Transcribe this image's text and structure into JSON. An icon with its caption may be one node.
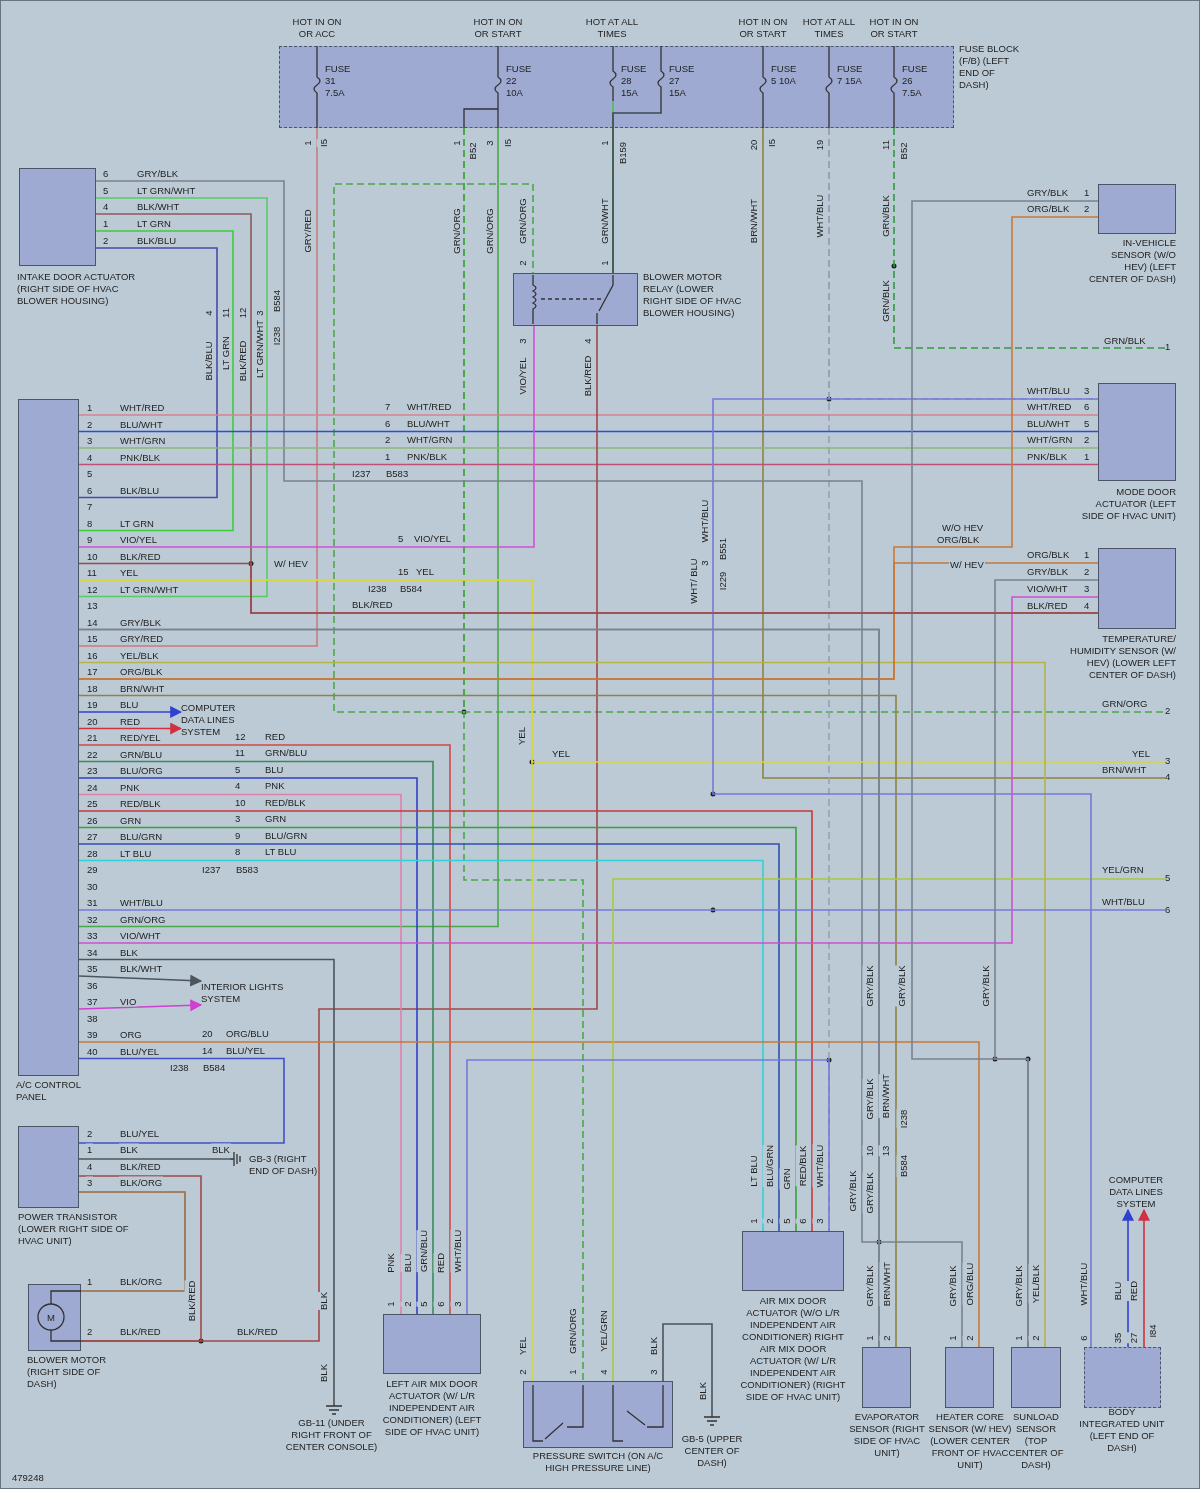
{
  "diagram": {
    "nodes": [
      {
        "text": [
          "FUSE BLOCK (F/B) (LEFT END OF DASH)"
        ]
      },
      {
        "text": [
          "FUSE 31 7.5A"
        ],
        "in": 0,
        "beside": [
          "HOT IN ON OR ACC"
        ]
      },
      {
        "text": [
          "FUSE 22 10A"
        ],
        "in": 0,
        "beside": [
          "HOT IN ON OR START"
        ]
      },
      {
        "text": [
          "FUSE 28 15A"
        ],
        "in": 0,
        "beside": [
          "HOT AT ALL TIMES"
        ]
      },
      {
        "text": [
          "FUSE 27 15A"
        ],
        "in": 0
      },
      {
        "text": [
          "FUSE 5 10A"
        ],
        "in": 0,
        "beside": [
          "HOT IN ON OR START"
        ]
      },
      {
        "text": [
          "FUSE 7 15A"
        ],
        "in": 0,
        "beside": [
          "HOT AT ALL TIMES"
        ]
      },
      {
        "text": [
          "FUSE 26 7.5A"
        ],
        "in": 0,
        "beside": [
          "HOT IN ON OR START"
        ]
      },
      {
        "text": [
          "INTAKE DOOR ACTUATOR (RIGHT SIDE OF HVAC BLOWER HOUSING)"
        ]
      },
      {
        "text": [
          "BLOWER MOTOR RELAY (LOWER RIGHT SIDE OF HVAC BLOWER HOUSING)"
        ]
      },
      {
        "text": [
          "IN-VEHICLE SENSOR (W/O HEV) (LEFT CENTER OF DASH)"
        ]
      },
      {
        "text": [
          "A/C CONTROL PANEL"
        ]
      },
      {
        "text": [
          "MODE DOOR ACTUATOR (LEFT SIDE OF HVAC UNIT)"
        ]
      },
      {
        "text": [
          "TEMPERATURE/ HUMIDITY SENSOR (W/ HEV) (LOWER LEFT CENTER OF DASH)"
        ]
      },
      {
        "text": [
          "COMPUTER DATA LINES SYSTEM"
        ]
      },
      {
        "text": [
          "INTERIOR LIGHTS SYSTEM"
        ]
      },
      {
        "text": [
          "POWER TRANSISTOR (LOWER RIGHT SIDE OF HVAC UNIT)"
        ]
      },
      {
        "text": [
          "BLOWER MOTOR (RIGHT SIDE OF DASH)"
        ]
      },
      {
        "text": [
          "GB-3 (RIGHT END OF DASH)"
        ]
      },
      {
        "text": [
          "GB-11 (UNDER RIGHT FRONT OF CENTER CONSOLE)"
        ]
      },
      {
        "text": [
          "LEFT AIR MIX DOOR ACTUATOR (W/ L/R INDEPENDENT AIR CONDITIONER) (LEFT SIDE OF HVAC UNIT)"
        ]
      },
      {
        "text": [
          "PRESSURE SWITCH (ON A/C HIGH PRESSURE LINE)"
        ]
      },
      {
        "text": [
          "GB-5 (UPPER CENTER OF DASH)"
        ]
      },
      {
        "text": [
          "AIR MIX DOOR ACTUATOR (W/O L/R INDEPENDENT AIR CONDITIONER) RIGHT AIR MIX DOOR ACTUATOR (W/ L/R INDEPENDENT AIR CONDITIONER) (RIGHT SIDE OF HVAC UNIT)"
        ]
      },
      {
        "text": [
          "EVAPORATOR SENSOR (RIGHT SIDE OF HVAC UNIT)"
        ]
      },
      {
        "text": [
          "HEATER CORE SENSOR (W/ HEV) (LOWER CENTER FRONT OF HVAC UNIT)"
        ]
      },
      {
        "text": [
          "SUNLOAD SENSOR (TOP CENTER OF DASH)"
        ]
      },
      {
        "text": [
          "BODY INTEGRATED UNIT (LEFT END OF DASH)"
        ]
      },
      {
        "text": [
          "COMPUTER DATA LINES SYSTEM"
        ]
      },
      {
        "text": [
          "1"
        ]
      },
      {
        "text": [
          "2"
        ]
      },
      {
        "text": [
          "3"
        ]
      },
      {
        "text": [
          "4"
        ]
      },
      {
        "text": [
          "5"
        ]
      },
      {
        "text": [
          "6"
        ]
      }
    ],
    "edges": [
      {
        "from": 1,
        "to": 11,
        "arrow": "none",
        "label": "GRY/RED",
        "color": "#c87c7c"
      },
      {
        "from": 2,
        "to": 9,
        "arrow": "none",
        "label": "GRN/ORG",
        "style": "dashed",
        "color": "#49a849"
      },
      {
        "from": 2,
        "to": 30,
        "arrow": "none",
        "label": "GRN/ORG",
        "style": "dashed",
        "color": "#49a849"
      },
      {
        "from": 2,
        "to": 21,
        "arrow": "none",
        "label": "GRN/ORG",
        "style": "dashed",
        "color": "#49a849"
      },
      {
        "from": 2,
        "to": 11,
        "arrow": "none",
        "label": "GRN/ORG",
        "color": "#49a849"
      },
      {
        "from": 3,
        "to": 9,
        "arrow": "none",
        "label": "GRN/WHT",
        "color": "#4cc24c"
      },
      {
        "from": 4,
        "to": 9,
        "arrow": "none",
        "color": "#404850"
      },
      {
        "from": 5,
        "to": 32,
        "arrow": "none",
        "label": "BRN/WHT",
        "color": "#8c8440"
      },
      {
        "from": 6,
        "to": 12,
        "arrow": "none",
        "label": "WHT/BLU",
        "style": "dashed",
        "color": "#98a0b4"
      },
      {
        "from": 6,
        "to": 23,
        "arrow": "none",
        "style": "dashed",
        "color": "#98a0b4"
      },
      {
        "from": 7,
        "to": 29,
        "arrow": "none",
        "label": "GRN/BLK",
        "style": "dashed",
        "color": "#2e9a3e"
      },
      {
        "from": 8,
        "to": 24,
        "arrow": "none",
        "label": "GRY/BLK",
        "color": "#7a8290"
      },
      {
        "from": 8,
        "to": 11,
        "arrow": "none",
        "label": "LT GRN/WHT",
        "color": "#55cc66"
      },
      {
        "from": 8,
        "to": 13,
        "arrow": "none",
        "label": "BLK/WHT",
        "color": "#8a5a5a"
      },
      {
        "from": 8,
        "to": 11,
        "arrow": "none",
        "label": "LT GRN",
        "color": "#3ccc3c"
      },
      {
        "from": 8,
        "to": 11,
        "arrow": "none",
        "label": "BLK/BLU",
        "color": "#4a4aa8"
      },
      {
        "from": 11,
        "to": 12,
        "arrow": "none",
        "label": "WHT/RED",
        "color": "#d98090"
      },
      {
        "from": 11,
        "to": 12,
        "arrow": "none",
        "label": "BLU/WHT",
        "color": "#2c4ce0"
      },
      {
        "from": 11,
        "to": 12,
        "arrow": "none",
        "label": "WHT/GRN",
        "color": "#88b878"
      },
      {
        "from": 11,
        "to": 12,
        "arrow": "none",
        "label": "PNK/BLK",
        "color": "#c0507a"
      },
      {
        "from": 11,
        "to": 9,
        "arrow": "none",
        "label": "VIO/YEL",
        "color": "#d050d8"
      },
      {
        "from": 9,
        "to": 17,
        "arrow": "none",
        "label": "BLK/RED",
        "color": "#a04848"
      },
      {
        "from": 16,
        "to": 17,
        "arrow": "none",
        "label": "BLK/RED",
        "color": "#a04848"
      },
      {
        "from": 16,
        "to": 17,
        "arrow": "none",
        "label": "BLK/ORG",
        "color": "#9a6a40"
      },
      {
        "from": 16,
        "to": 18,
        "arrow": "none",
        "label": "BLK",
        "color": "#4c545c"
      },
      {
        "from": 11,
        "to": 16,
        "arrow": "none",
        "label": "BLU/YEL",
        "color": "#4050c8"
      },
      {
        "from": 11,
        "to": 21,
        "arrow": "none",
        "label": "YEL",
        "color": "#d6d63c"
      },
      {
        "from": 11,
        "to": 31,
        "arrow": "none",
        "label": "YEL",
        "color": "#d6d63c"
      },
      {
        "from": 11,
        "to": 26,
        "arrow": "none",
        "label": "YEL/BLK",
        "color": "#b4b448"
      },
      {
        "from": 11,
        "to": 10,
        "arrow": "none",
        "label": "ORG/BLK",
        "color": "#c87838"
      },
      {
        "from": 11,
        "to": 13,
        "arrow": "none",
        "label": "ORG/BLK",
        "color": "#c87838"
      },
      {
        "from": 11,
        "to": 24,
        "arrow": "none",
        "label": "BRN/WHT",
        "color": "#8c8440"
      },
      {
        "from": 11,
        "to": 14,
        "arrow": "to",
        "label": "BLU",
        "color": "#3040d0"
      },
      {
        "from": 11,
        "to": 14,
        "arrow": "to",
        "label": "RED",
        "color": "#d03040"
      },
      {
        "from": 11,
        "to": 20,
        "arrow": "none",
        "label": "RED/YEL",
        "color": "#d04848"
      },
      {
        "from": 11,
        "to": 20,
        "arrow": "none",
        "label": "GRN/BLU",
        "color": "#3a8a5a"
      },
      {
        "from": 11,
        "to": 20,
        "arrow": "none",
        "label": "BLU/ORG",
        "color": "#3040c8"
      },
      {
        "from": 11,
        "to": 20,
        "arrow": "none",
        "label": "PNK",
        "color": "#e080a8"
      },
      {
        "from": 11,
        "to": 23,
        "arrow": "none",
        "label": "RED/BLK",
        "color": "#c83838"
      },
      {
        "from": 11,
        "to": 23,
        "arrow": "none",
        "label": "GRN",
        "color": "#38a038"
      },
      {
        "from": 11,
        "to": 23,
        "arrow": "none",
        "label": "BLU/GRN",
        "color": "#3050b0"
      },
      {
        "from": 11,
        "to": 23,
        "arrow": "none",
        "label": "LT BLU",
        "color": "#30d0d8"
      },
      {
        "from": 11,
        "to": 34,
        "arrow": "none",
        "label": "WHT/BLU",
        "color": "#7878d8"
      },
      {
        "from": 11,
        "to": 13,
        "arrow": "none",
        "label": "VIO/WHT",
        "color": "#d050d0"
      },
      {
        "from": 11,
        "to": 19,
        "arrow": "none",
        "label": "BLK",
        "color": "#4c545c"
      },
      {
        "from": 11,
        "to": 15,
        "arrow": "to",
        "label": "BLK/WHT",
        "color": "#4c545c"
      },
      {
        "from": 11,
        "to": 15,
        "arrow": "to",
        "label": "VIO",
        "color": "#d040d0"
      },
      {
        "from": 11,
        "to": 25,
        "arrow": "none",
        "label": "ORG",
        "color": "#c87838"
      },
      {
        "from": 21,
        "to": 22,
        "arrow": "none",
        "label": "BLK",
        "color": "#4c545c"
      },
      {
        "from": 21,
        "to": 33,
        "arrow": "none",
        "label": "YEL/GRN",
        "color": "#a8c840"
      },
      {
        "from": 23,
        "to": 20,
        "arrow": "none",
        "label": "WHT/BLU",
        "color": "#7878d8"
      },
      {
        "from": 12,
        "to": 27,
        "arrow": "none",
        "label": "WHT/BLU",
        "color": "#7878d8"
      },
      {
        "from": 27,
        "to": 28,
        "arrow": "to",
        "label": "BLU",
        "color": "#3040d0"
      },
      {
        "from": 27,
        "to": 28,
        "arrow": "to",
        "label": "RED",
        "color": "#d03040"
      },
      {
        "from": 11,
        "to": 24,
        "arrow": "none",
        "label": "GRY/BLK",
        "color": "#7a8290"
      },
      {
        "from": 11,
        "to": 25,
        "arrow": "none",
        "label": "GRY/BLK",
        "color": "#7a8290"
      },
      {
        "from": 10,
        "to": 26,
        "arrow": "none",
        "label": "GRY/BLK",
        "color": "#7a8290"
      },
      {
        "from": 13,
        "to": 26,
        "arrow": "none",
        "label": "GRY/BLK",
        "color": "#7a8290"
      },
      {
        "from": 11,
        "to": 13,
        "arrow": "none",
        "label": "BLK/RED",
        "color": "#a04848"
      }
    ],
    "labels": [
      "1",
      "I5",
      "1",
      "B52",
      "3",
      "I5",
      "1",
      "B159",
      "20",
      "I5",
      "19",
      "11",
      "B52",
      "GRN/ORG",
      "GRN/ORG",
      "GRN/BLK",
      "GRN/BLK",
      "6",
      "5",
      "4",
      "1",
      "2",
      "4",
      "11",
      "12",
      "3",
      "B584",
      "I238",
      "BLK/BLU",
      "LT GRN",
      "BLK/RED",
      "LT GRN/WHT",
      "2",
      "1",
      "3",
      "4",
      "VIO/YEL",
      "1",
      "2",
      "3",
      "6",
      "5",
      "2",
      "1",
      "WHT/RED",
      "BLU/WHT",
      "WHT/GRN",
      "PNK/BLK",
      "7",
      "6",
      "2",
      "1",
      "I237",
      "B583",
      "WHT/RED",
      "BLU/WHT",
      "WHT/GRN",
      "PNK/BLK",
      "1",
      "2",
      "3",
      "4",
      "5",
      "6",
      "7",
      "8",
      "9",
      "10",
      "11",
      "12",
      "13",
      "14",
      "15",
      "16",
      "17",
      "18",
      "19",
      "20",
      "21",
      "22",
      "23",
      "24",
      "25",
      "26",
      "27",
      "28",
      "29",
      "30",
      "31",
      "32",
      "33",
      "34",
      "35",
      "36",
      "37",
      "38",
      "39",
      "40",
      "BLK/BLU",
      "LT GRN",
      "YEL",
      "LT GRN/WHT",
      "GRY/RED",
      "ORG/BLK",
      "5",
      "VIO/YEL",
      "W/ HEV",
      "15",
      "YEL",
      "I238",
      "B584",
      "BLK/RED",
      "W/O HEV",
      "ORG/BLK",
      "W/ HEV",
      "1",
      "2",
      "3",
      "4",
      "VIO/WHT",
      "BLK/RED",
      "WHT/BLU",
      "3",
      "B551",
      "WHT/ BLU",
      "I229",
      "BRN/WHT",
      "YEL/GRN",
      "WHT/BLU",
      "YEL",
      "YEL",
      "12",
      "RED",
      "11",
      "GRN/BLU",
      "5",
      "BLU",
      "4",
      "PNK",
      "10",
      "RED/BLK",
      "3",
      "GRN",
      "9",
      "BLU/GRN",
      "8",
      "LT BLU",
      "I237",
      "B583",
      "20",
      "ORG/BLU",
      "14",
      "BLU/YEL",
      "I238",
      "B584",
      "GRY/BLK",
      "GRY/BLK",
      "GRY/BLK",
      "GRY/BLK",
      "BRN/WHT",
      "10",
      "13",
      "I238",
      "B584",
      "GRY/BLK",
      "GRY/BLK",
      "2",
      "BLU/YEL",
      "1",
      "BLK",
      "4",
      "3",
      "1",
      "BLK/ORG",
      "2",
      "BLK/RED",
      "BLK/RED",
      "BLK/RED",
      "BLK",
      "BLK",
      "M",
      "PNK",
      "BLU",
      "GRN/BLU",
      "RED",
      "WHT/BLU",
      "1",
      "2",
      "5",
      "6",
      "3",
      "2",
      "1",
      "4",
      "3",
      "BLK",
      "LT BLU",
      "BLU/GRN",
      "GRN",
      "RED/BLK",
      "1",
      "2",
      "5",
      "6",
      "3",
      "GRY/BLK",
      "BRN/WHT",
      "1",
      "2",
      "ORG/BLU",
      "1",
      "2",
      "GRY/BLK",
      "YEL/BLK",
      "1",
      "2",
      "WHT/BLU",
      "6",
      "35",
      "27",
      "I84",
      "479248"
    ]
  }
}
